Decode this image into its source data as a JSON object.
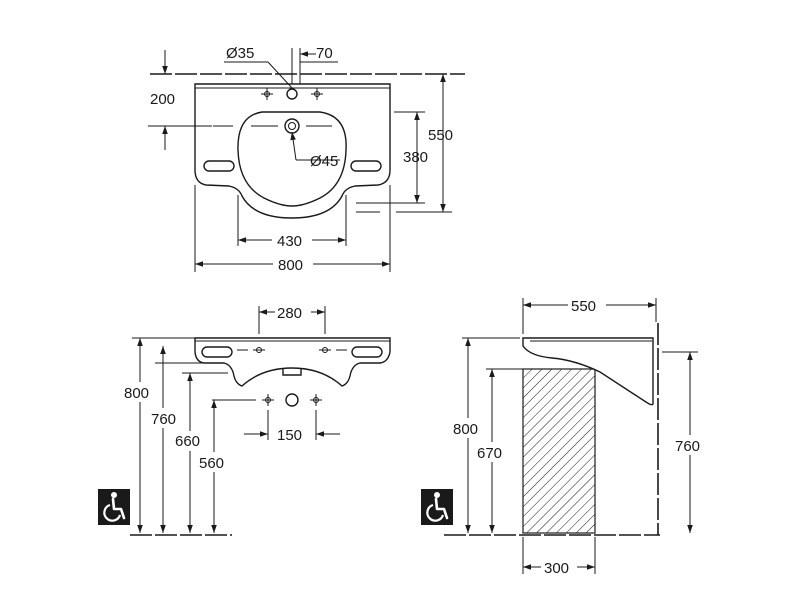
{
  "views": {
    "top": {
      "labels": {
        "hole_small": "Ø35",
        "hole_offset": "70",
        "depth_rear": "200",
        "depth_total": "550",
        "depth_bowl": "380",
        "hole_drain": "Ø45",
        "bowl_width": "430",
        "total_width": "800"
      }
    },
    "front": {
      "labels": {
        "bracket_spacing": "280",
        "height_rim": "800",
        "height_under": "760",
        "height_660": "660",
        "height_560": "560",
        "tap_spacing": "150"
      }
    },
    "side": {
      "labels": {
        "depth": "550",
        "height_rim": "800",
        "height_free": "670",
        "height_under": "760",
        "knee_depth": "300"
      }
    }
  },
  "colors": {
    "line": "#1a1a1a",
    "background": "#ffffff"
  },
  "icons": [
    "wheelchair-icon",
    "wheelchair-icon"
  ]
}
